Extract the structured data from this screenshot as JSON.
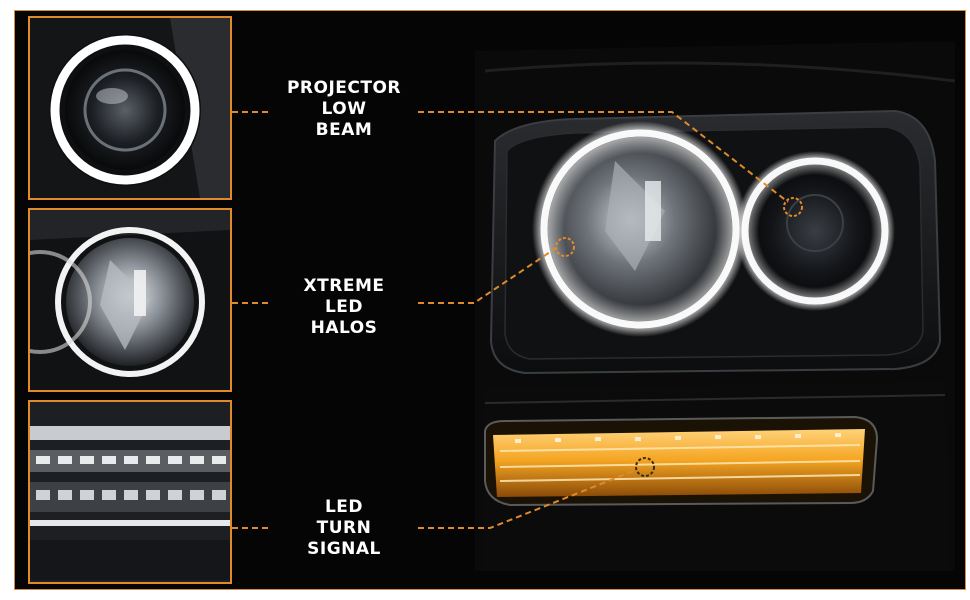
{
  "callouts": [
    {
      "lines": [
        "PROJECTOR",
        "LOW",
        "BEAM"
      ]
    },
    {
      "lines": [
        "XTREME",
        "LED",
        "HALOS"
      ]
    },
    {
      "lines": [
        "LED",
        "TURN",
        "SIGNAL"
      ]
    }
  ],
  "colors": {
    "accent": "#e08a2b",
    "halo": "#ffffff",
    "turn_signal": "#f5a623",
    "background": "#050505"
  }
}
